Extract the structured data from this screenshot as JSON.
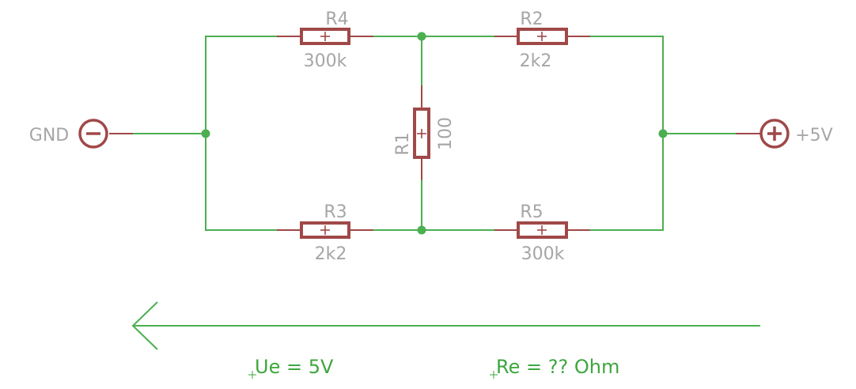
{
  "colors": {
    "wire": "#4caf50",
    "component": "#a04848",
    "label": "#a6a6a6",
    "note": "#3fa63f"
  },
  "resistors": {
    "r4": {
      "name": "R4",
      "value": "300k"
    },
    "r2": {
      "name": "R2",
      "value": "2k2"
    },
    "r1": {
      "name": "R1",
      "value": "100"
    },
    "r3": {
      "name": "R3",
      "value": "2k2"
    },
    "r5": {
      "name": "R5",
      "value": "300k"
    }
  },
  "terminals": {
    "negative": {
      "label": "GND",
      "icon": "minus-icon"
    },
    "positive": {
      "label": "+5V",
      "icon": "plus-icon"
    }
  },
  "annotations": {
    "voltage": "Ue = 5V",
    "resistance": "Re = ?? Ohm"
  },
  "arrow_icon": "arrow-left-icon"
}
